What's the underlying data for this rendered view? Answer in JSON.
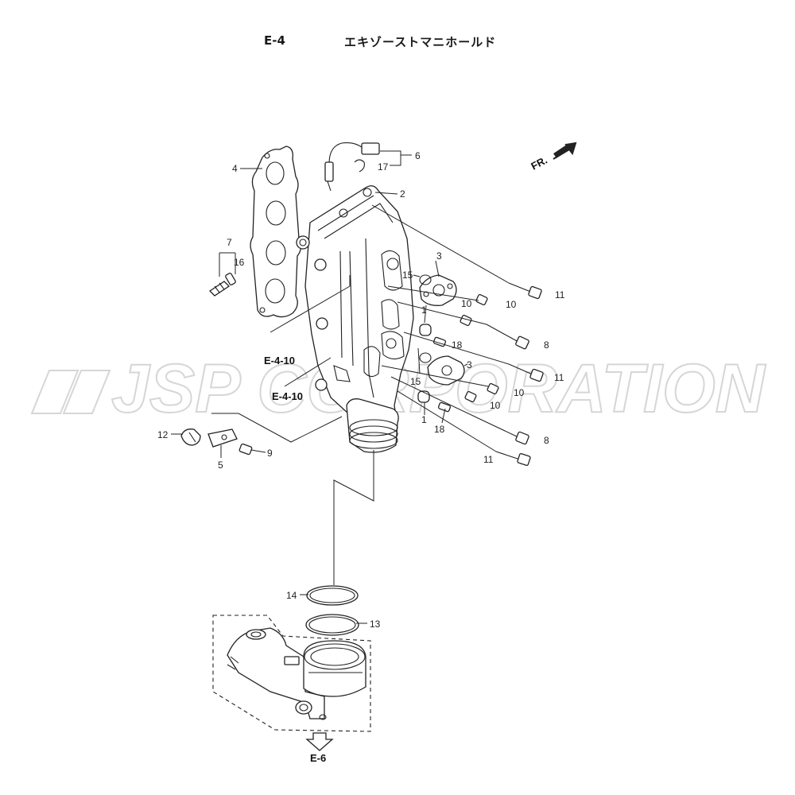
{
  "header": {
    "section_code": "E-4",
    "title": "エキゾーストマニホールド"
  },
  "watermark": "JSP CORPORATION",
  "orientation_mark": "FR.",
  "cross_references": {
    "upper": "E-4-10",
    "lower": "E-4-10",
    "next_section": "E-6"
  },
  "callouts": {
    "c1a": "1",
    "c1b": "1",
    "c2": "2",
    "c3a": "3",
    "c3b": "3",
    "c4": "4",
    "c5": "5",
    "c6": "6",
    "c7": "7",
    "c8a": "8",
    "c8b": "8",
    "c9": "9",
    "c10a": "10",
    "c10b": "10",
    "c10c": "10",
    "c10d": "10",
    "c11a": "11",
    "c11b": "11",
    "c11c": "11",
    "c12": "12",
    "c13": "13",
    "c14": "14",
    "c15a": "15",
    "c15b": "15",
    "c16": "16",
    "c17": "17",
    "c18a": "18",
    "c18b": "18"
  },
  "colors": {
    "line": "#222222",
    "watermark": "#d6d6d6",
    "background": "#ffffff"
  }
}
